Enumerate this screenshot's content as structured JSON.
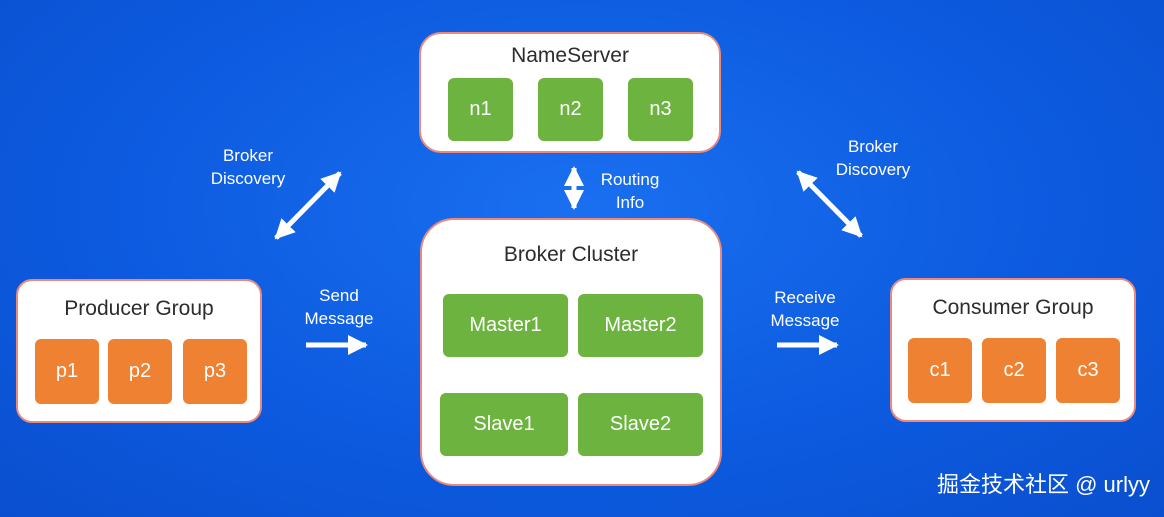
{
  "nameserver": {
    "title": "NameServer",
    "nodes": [
      "n1",
      "n2",
      "n3"
    ]
  },
  "broker_cluster": {
    "title": "Broker Cluster",
    "masters": [
      "Master1",
      "Master2"
    ],
    "slaves": [
      "Slave1",
      "Slave2"
    ]
  },
  "producer_group": {
    "title": "Producer Group",
    "members": [
      "p1",
      "p2",
      "p3"
    ]
  },
  "consumer_group": {
    "title": "Consumer Group",
    "members": [
      "c1",
      "c2",
      "c3"
    ]
  },
  "labels": {
    "routing_info": [
      "Routing",
      "Info"
    ],
    "broker_discovery_left": [
      "Broker",
      "Discovery"
    ],
    "broker_discovery_right": [
      "Broker",
      "Discovery"
    ],
    "send_message": [
      "Send",
      "Message"
    ],
    "receive_message": [
      "Receive",
      "Message"
    ]
  },
  "watermark": "掘金技术社区 @ urlyy",
  "colors": {
    "background": "#0d5be0",
    "node_green": "#6cb33f",
    "member_orange": "#ee8132",
    "panel_border": "#e98a7c"
  }
}
